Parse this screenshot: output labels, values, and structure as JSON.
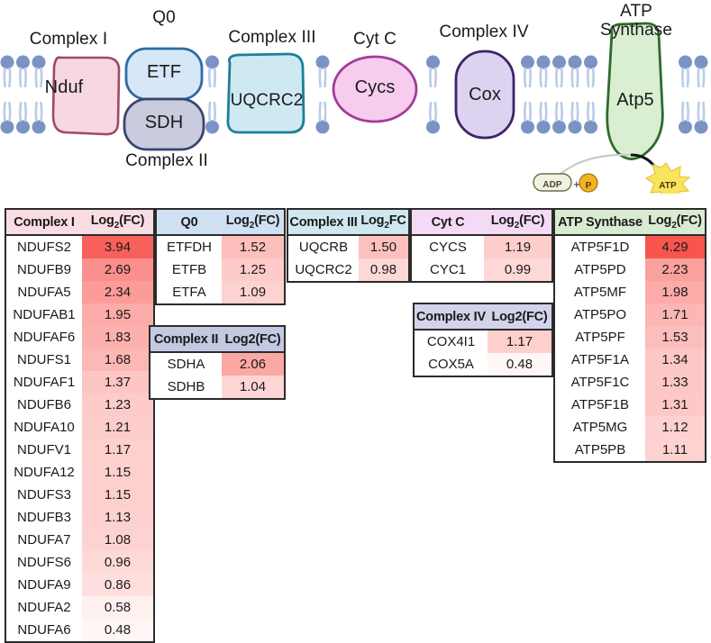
{
  "diagram": {
    "labels": [
      {
        "name": "complex-i-label",
        "text": "Complex I"
      },
      {
        "name": "q0-label",
        "text": "Q0"
      },
      {
        "name": "complex-iii-label",
        "text": "Complex III"
      },
      {
        "name": "cyt-c-label",
        "text": "Cyt C"
      },
      {
        "name": "complex-iv-label",
        "text": "Complex IV"
      },
      {
        "name": "atp-synthase-label",
        "text": "ATP\nSynthase"
      },
      {
        "name": "complex-ii-label",
        "text": "Complex II"
      }
    ],
    "complex_i_label": "Complex I",
    "q0_label": "Q0",
    "complex_ii_label": "Complex II",
    "complex_iii_label": "Complex III",
    "cyt_c_label": "Cyt C",
    "complex_iv_label": "Complex IV",
    "atp_synthase_label_line1": "ATP",
    "atp_synthase_label_line2": "Synthase",
    "proteins": {
      "nduf": "Nduf",
      "etf": "ETF",
      "sdh": "SDH",
      "uqcrc2": "UQCRC2",
      "cycs": "Cycs",
      "cox": "Cox",
      "atp5": "Atp5"
    },
    "reaction": {
      "adp": "ADP",
      "plus": "+",
      "phosphate": "P",
      "atp": "ATP"
    },
    "colors": {
      "membrane_head": "#7b93c4",
      "membrane_tail": "#b9cde8",
      "nduf_fill": "#f7d7e2",
      "nduf_stroke": "#9e4a66",
      "etf_fill": "#d6e7f7",
      "etf_stroke": "#2f6ca3",
      "sdh_fill": "#c9cbdf",
      "sdh_stroke": "#3d4570",
      "uqcrc2_fill": "#cfe9f2",
      "uqcrc2_stroke": "#1d7f96",
      "cycs_fill": "#f6cdef",
      "cycs_stroke": "#a33c96",
      "cox_fill": "#ddd3f0",
      "cox_stroke": "#3d2368",
      "atp5_fill": "#daeed2",
      "atp5_stroke": "#2e6b2c",
      "adp_fill": "#f2f2e2",
      "phosphate_fill": "#f0b323",
      "atp_fill": "#fae45e"
    }
  },
  "tables": [
    {
      "name": "complex-i-table",
      "header": {
        "gene_col": "Complex I",
        "value_col": "Log",
        "value_sub": "2",
        "value_tail": "(FC)"
      },
      "header_color": "#fadce3",
      "rows": [
        {
          "gene": "NDUFS2",
          "value": "3.94"
        },
        {
          "gene": "NDUFB9",
          "value": "2.69"
        },
        {
          "gene": "NDUFA5",
          "value": "2.34"
        },
        {
          "gene": "NDUFAB1",
          "value": "1.95"
        },
        {
          "gene": "NDUFAF6",
          "value": "1.83"
        },
        {
          "gene": "NDUFS1",
          "value": "1.68"
        },
        {
          "gene": "NDUFAF1",
          "value": "1.37"
        },
        {
          "gene": "NDUFB6",
          "value": "1.23"
        },
        {
          "gene": "NDUFA10",
          "value": "1.21"
        },
        {
          "gene": "NDUFV1",
          "value": "1.17"
        },
        {
          "gene": "NDUFA12",
          "value": "1.15"
        },
        {
          "gene": "NDUFS3",
          "value": "1.15"
        },
        {
          "gene": "NDUFB3",
          "value": "1.13"
        },
        {
          "gene": "NDUFA7",
          "value": "1.08"
        },
        {
          "gene": "NDUFS6",
          "value": "0.96"
        },
        {
          "gene": "NDUFA9",
          "value": "0.86"
        },
        {
          "gene": "NDUFA2",
          "value": "0.58"
        },
        {
          "gene": "NDUFA6",
          "value": "0.48"
        }
      ]
    },
    {
      "name": "q0-table",
      "header": {
        "gene_col": "Q0",
        "value_col": "Log",
        "value_sub": "2",
        "value_tail": "(FC)"
      },
      "header_color": "#cfe0f2",
      "rows": [
        {
          "gene": "ETFDH",
          "value": "1.52"
        },
        {
          "gene": "ETFB",
          "value": "1.25"
        },
        {
          "gene": "ETFA",
          "value": "1.09"
        }
      ]
    },
    {
      "name": "complex-ii-table",
      "header": {
        "gene_col": "Complex II",
        "value_col": "Log2(FC)",
        "value_sub": "",
        "value_tail": ""
      },
      "header_color": "#c3c9e2",
      "rows": [
        {
          "gene": "SDHA",
          "value": "2.06"
        },
        {
          "gene": "SDHB",
          "value": "1.04"
        }
      ]
    },
    {
      "name": "complex-iii-table",
      "header": {
        "gene_col": "Complex III",
        "value_col": "Log",
        "value_sub": "2",
        "value_tail": "FC"
      },
      "header_color": "#cfe7ef",
      "rows": [
        {
          "gene": "UQCRB",
          "value": "1.50"
        },
        {
          "gene": "UQCRC2",
          "value": "0.98"
        }
      ]
    },
    {
      "name": "cyt-c-table",
      "header": {
        "gene_col": "Cyt C",
        "value_col": "Log",
        "value_sub": "2",
        "value_tail": "(FC)"
      },
      "header_color": "#f4daf4",
      "rows": [
        {
          "gene": "CYCS",
          "value": "1.19"
        },
        {
          "gene": "CYC1",
          "value": "0.99"
        }
      ]
    },
    {
      "name": "complex-iv-table",
      "header": {
        "gene_col": "Complex IV",
        "value_col": "Log2(FC)",
        "value_sub": "",
        "value_tail": ""
      },
      "header_color": "#d3d3ec",
      "rows": [
        {
          "gene": "COX4I1",
          "value": "1.17"
        },
        {
          "gene": "COX5A",
          "value": "0.48"
        }
      ]
    },
    {
      "name": "atp-synthase-table",
      "header": {
        "gene_col": "ATP Synthase",
        "value_col": "Log",
        "value_sub": "2",
        "value_tail": "(FC)"
      },
      "header_color": "#d9ecd2",
      "rows": [
        {
          "gene": "ATP5F1D",
          "value": "4.29"
        },
        {
          "gene": "ATP5PD",
          "value": "2.23"
        },
        {
          "gene": "ATP5MF",
          "value": "1.98"
        },
        {
          "gene": "ATP5PO",
          "value": "1.71"
        },
        {
          "gene": "ATP5PF",
          "value": "1.53"
        },
        {
          "gene": "ATP5F1A",
          "value": "1.34"
        },
        {
          "gene": "ATP5F1C",
          "value": "1.33"
        },
        {
          "gene": "ATP5F1B",
          "value": "1.31"
        },
        {
          "gene": "ATP5MG",
          "value": "1.12"
        },
        {
          "gene": "ATP5PB",
          "value": "1.11"
        }
      ]
    }
  ],
  "heatmap": {
    "min": 0.4,
    "max": 4.29,
    "low_color": "#ffffff",
    "high_color": "#f8554f"
  }
}
